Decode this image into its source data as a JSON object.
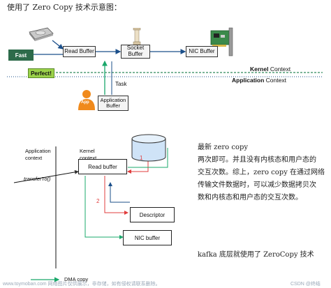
{
  "heading": "使用了 Zero Copy 技术示意图：",
  "top_diagram": {
    "fast_label": "Fast",
    "perfect_label": "Perfect!",
    "read_buffer": "Read Buffer",
    "socket_buffer": "Socket Buffer",
    "nic_buffer": "NIC Buffer",
    "kernel_context_bold": "Kernel",
    "kernel_context_rest": " Context",
    "application_context_bold": "Application",
    "application_context_rest": " Context",
    "task_label": "Task",
    "app_label": "App",
    "application_buffer": "Application Buffer"
  },
  "bottom_diagram": {
    "application_context": "Application context",
    "kernel_context": "Kernel context",
    "read_buffer": "Read buffer",
    "descriptor": "Descriptor",
    "nic_buffer": "NIC buffer",
    "transfer_to": "transferTo()",
    "step_1": "1",
    "step_2": "2",
    "dma_copy": "DMA copy"
  },
  "side_text": {
    "title": "最新 zero copy",
    "lines": [
      "两次即可。并且没有内核态和用户态的",
      "交互次数。综上，zero copy 在通过网络",
      "传输文件数据时，可以减少数据拷贝次",
      "数和内核态和用户态的交互次数。"
    ],
    "kafka_note": "kafka 底层就使用了 ZeroCopy 技术"
  },
  "footer": {
    "watermark": "www.toymoban.com 网络图片仅供展示，非存储，如有侵权请联系删除。",
    "credit": "CSDN @终结"
  },
  "colors": {
    "fast_green": "#2d6b4a",
    "perfect_green": "#9bd24a",
    "app_orange": "#f08a1c",
    "dma_green": "#1aa86b",
    "step_red": "#e03c3c",
    "line_blue": "#1b4f8a",
    "cylinder_blue": "#cfe3f7"
  }
}
